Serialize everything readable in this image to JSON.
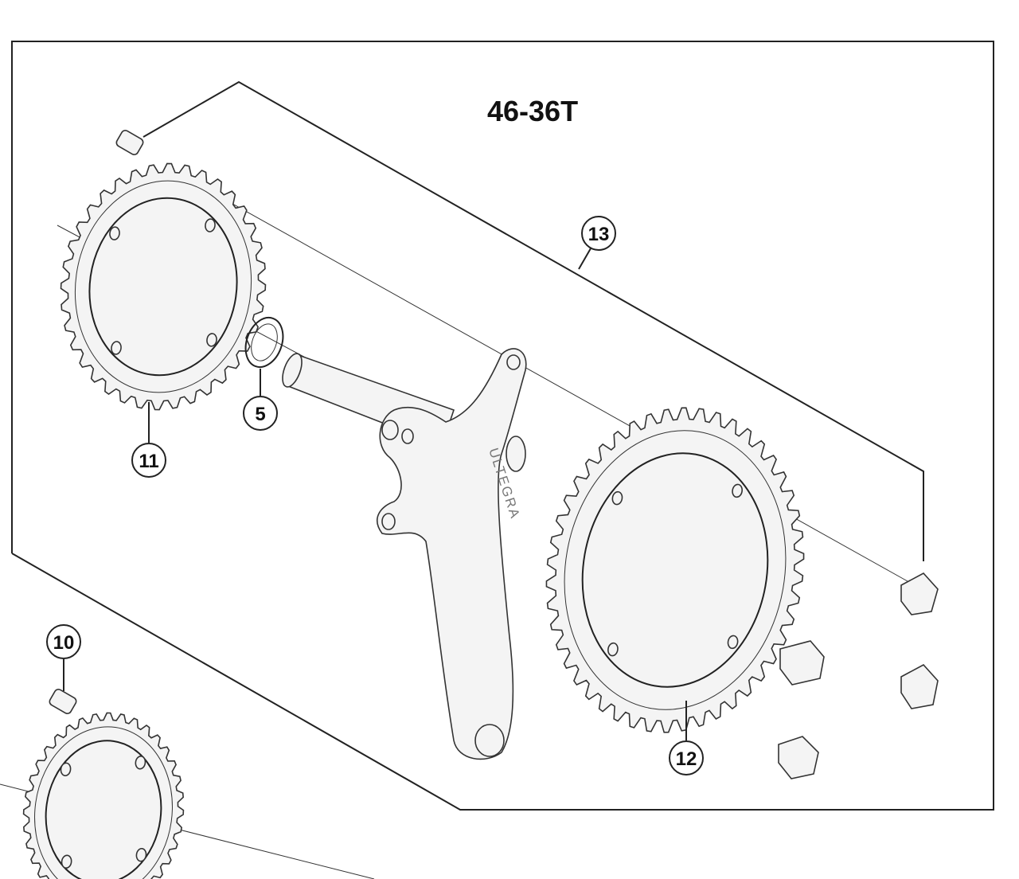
{
  "diagram": {
    "title": "46-36T",
    "callouts": {
      "c13": "13",
      "c11": "11",
      "c5": "5",
      "c10": "10",
      "c12": "12"
    },
    "crank_logo": "ULTEGRA"
  }
}
